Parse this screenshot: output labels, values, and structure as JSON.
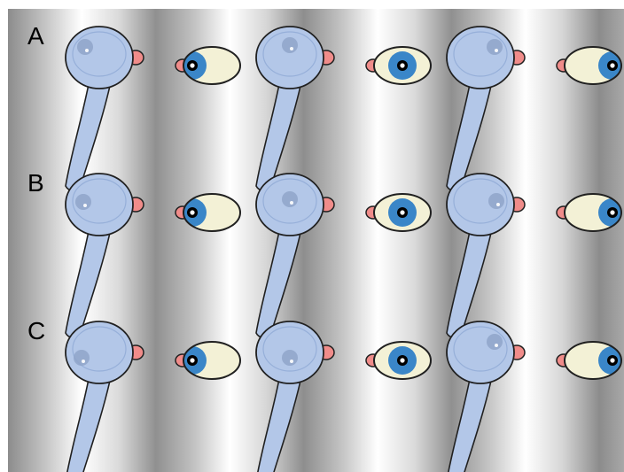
{
  "rows": [
    {
      "label": "A",
      "panels": [
        {
          "side_reflex": "upper-left",
          "front_iris": "left"
        },
        {
          "side_reflex": "upper-center",
          "front_iris": "center"
        },
        {
          "side_reflex": "upper-right",
          "front_iris": "right"
        }
      ]
    },
    {
      "label": "B",
      "panels": [
        {
          "side_reflex": "mid-left",
          "front_iris": "left"
        },
        {
          "side_reflex": "mid-center",
          "front_iris": "center"
        },
        {
          "side_reflex": "mid-right",
          "front_iris": "right"
        }
      ]
    },
    {
      "label": "C",
      "panels": [
        {
          "side_reflex": "center-left",
          "front_iris": "left"
        },
        {
          "side_reflex": "center",
          "front_iris": "center"
        },
        {
          "side_reflex": "upper-right",
          "front_iris": "right"
        }
      ]
    }
  ],
  "colors": {
    "lens": "#b3c7e8",
    "lens_edge": "#202020",
    "iris": "#3a86c8",
    "sclera": "#f3f1d6",
    "pupil": "#000000",
    "nose": "#f08c8a",
    "background_dark": "#8c8c8c",
    "background_light": "#ffffff"
  }
}
